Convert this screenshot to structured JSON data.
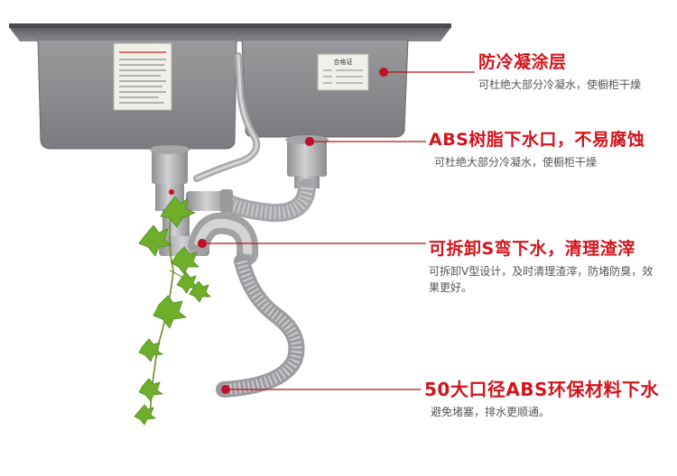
{
  "callouts": [
    {
      "title": "防冷凝涂层",
      "desc": "可杜绝大部分冷凝水，使橱柜干燥"
    },
    {
      "title": "ABS树脂下水口，不易腐蚀",
      "desc": "可杜绝大部分冷凝水，使橱柜干燥"
    },
    {
      "title": "可拆卸S弯下水，清理渣滓",
      "desc": "可拆卸V型设计，及时清理渣滓，防堵防臭，效果更好。"
    },
    {
      "title": "50大口径ABS环保材料下水",
      "desc": "避免堵塞，排水更顺通。"
    }
  ],
  "sink": {
    "left_label_title": "（文字极小，不可辨认）",
    "right_label_title": "合格证"
  },
  "colors": {
    "accent": "#d2141c",
    "desc_text": "#555555",
    "sink_gray": "#8a8a8d",
    "pipe_gray": "#b6b6b8",
    "leaf_green": "#6fae2b"
  }
}
